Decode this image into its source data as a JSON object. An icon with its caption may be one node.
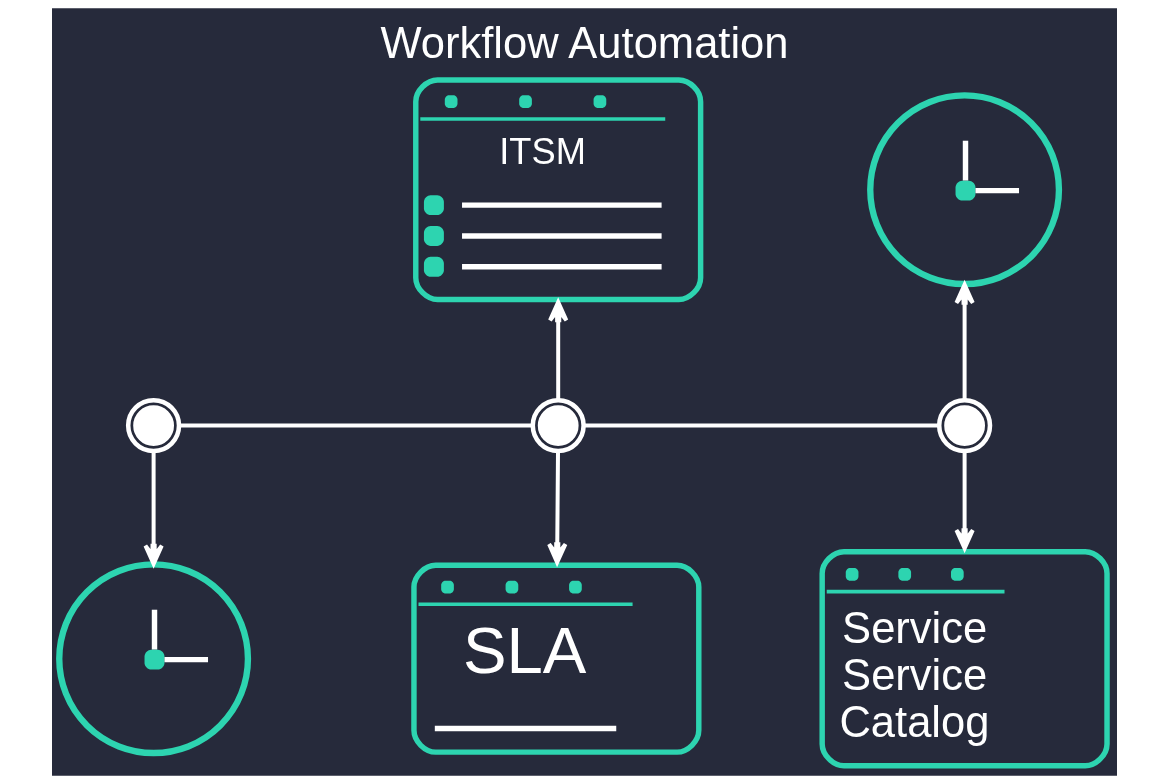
{
  "diagram": {
    "title": "Workflow Automation",
    "nodes": [
      {
        "text": [
          "ITSM"
        ]
      },
      {
        "text": [],
        "shape": "clock"
      },
      {
        "text": [],
        "shape": "circle"
      },
      {
        "text": [],
        "shape": "circle"
      },
      {
        "text": [],
        "shape": "circle"
      },
      {
        "text": [],
        "shape": "clock"
      },
      {
        "text": [
          "SLA"
        ]
      },
      {
        "text": [
          "Service Service Catalog"
        ]
      }
    ],
    "edges": [
      {
        "from": 2,
        "to": 3,
        "arrow": "none"
      },
      {
        "from": 3,
        "to": 4,
        "arrow": "none"
      },
      {
        "from": 3,
        "to": 0,
        "arrow": "to"
      },
      {
        "from": 4,
        "to": 1,
        "arrow": "to"
      },
      {
        "from": 2,
        "to": 5,
        "arrow": "to"
      },
      {
        "from": 3,
        "to": 6,
        "arrow": "to"
      },
      {
        "from": 4,
        "to": 7,
        "arrow": "to"
      }
    ]
  }
}
